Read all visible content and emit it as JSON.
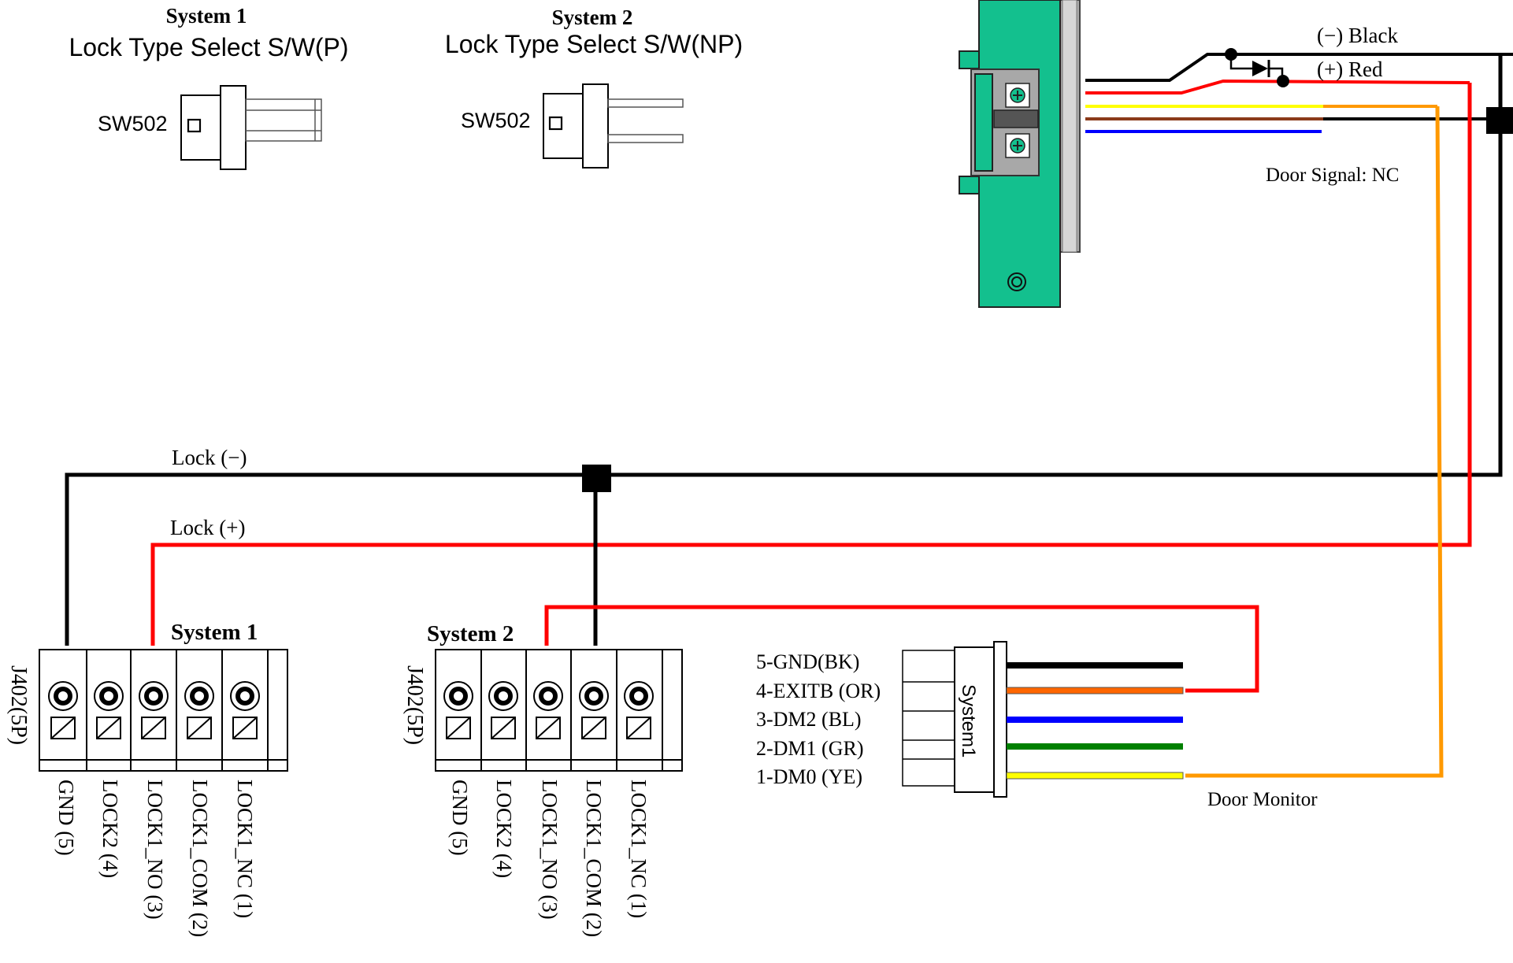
{
  "switch_panels": {
    "system1": {
      "title": "System 1",
      "subtitle": "Lock Type Select S/W(P)",
      "switch_label": "SW502"
    },
    "system2": {
      "title": "System 2",
      "subtitle": "Lock Type Select S/W(NP)",
      "switch_label": "SW502"
    }
  },
  "lock_wiring": {
    "black_label": "(−)  Black",
    "red_label": "(+)  Red",
    "door_signal": "Door  Signal:  NC"
  },
  "bus": {
    "lock_minus": "Lock  (−)",
    "lock_plus": "Lock  (+)"
  },
  "terminal_blocks": {
    "system1": {
      "title": "System 1",
      "connector": "J402(5P)",
      "pins": [
        "GND (5)",
        "LOCK2 (4)",
        "LOCK1_NO (3)",
        "LOCK1_COM (2)",
        "LOCK1_NC (1)"
      ]
    },
    "system2": {
      "title": "System 2",
      "connector": "J402(5P)",
      "pins": [
        "GND (5)",
        "LOCK2 (4)",
        "LOCK1_NO (3)",
        "LOCK1_COM (2)",
        "LOCK1_NC (1)"
      ]
    }
  },
  "connector": {
    "label": "System1",
    "pins": [
      "5-GND(BK)",
      "4-EXITB (OR)",
      "3-DM2 (BL)",
      "2-DM1 (GR)",
      "1-DM0 (YE)"
    ],
    "door_monitor": "Door  Monitor"
  },
  "colors": {
    "black": "#000000",
    "red": "#ff0000",
    "yellow": "#ffff00",
    "orange": "#ff9900",
    "brown": "#8b3a1a",
    "blue": "#0000ff",
    "green": "#008000",
    "board_green": "#13c08e",
    "frame_gray": "#a8a8a8"
  }
}
